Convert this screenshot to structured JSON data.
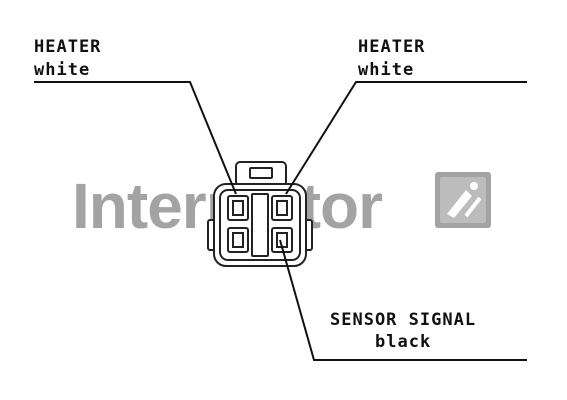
{
  "labels": {
    "heater_left_title": "HEATER",
    "heater_left_color": "white",
    "heater_right_title": "HEATER",
    "heater_right_color": "white",
    "sensor_title": "SENSOR SIGNAL",
    "sensor_color": "black"
  },
  "watermark": {
    "text": "Intermotor",
    "color": "#9a9a9a",
    "logo_icon": "intermotor-logo-icon"
  },
  "colors": {
    "line": "#111111",
    "watermark": "#9a9a9a"
  }
}
